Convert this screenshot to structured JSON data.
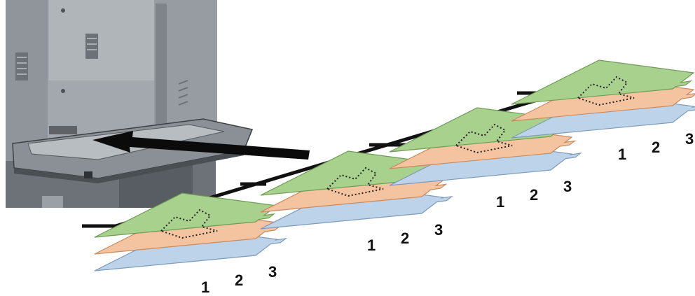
{
  "colors": {
    "background": "#ffffff",
    "machine_body": "#9aa0a6",
    "machine_dark": "#5f6368",
    "machine_shadow": "#3c4043",
    "tray": "#8c9197",
    "arrow": "#0b0b0b",
    "sheet_green": "#a9d18e",
    "sheet_green_edge": "#6e9c55",
    "sheet_orange": "#f4c4a0",
    "sheet_orange_edge": "#c98a5e",
    "sheet_blue": "#bcd3ea",
    "sheet_blue_edge": "#7e9ab8",
    "dotted_image": "#222222"
  },
  "icons": [
    "printer-tray-illustration",
    "feed-direction-arrow",
    "index-tab-sheet-sets",
    "bracket-lines"
  ],
  "sheet_sets": [
    {
      "labels": [
        "1",
        "2",
        "3"
      ]
    },
    {
      "labels": [
        "1",
        "2",
        "3"
      ]
    },
    {
      "labels": [
        "1",
        "2",
        "3"
      ]
    },
    {
      "labels": [
        "1",
        "2",
        "3"
      ]
    }
  ]
}
